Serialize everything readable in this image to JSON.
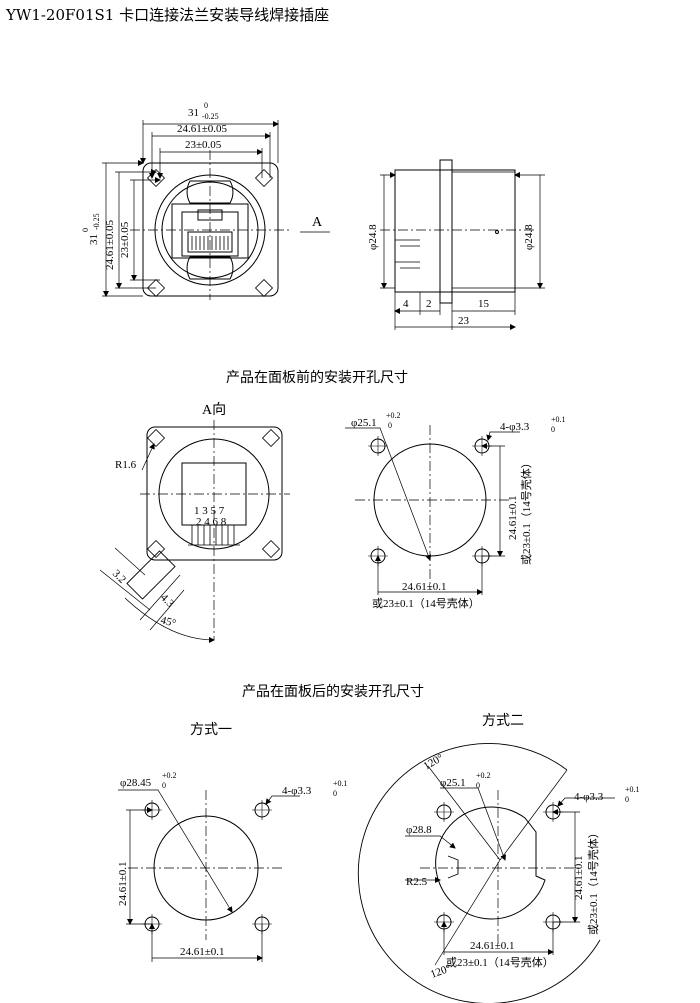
{
  "title": "YW1-20F01S1 卡口连接法兰安装导线焊接插座",
  "front_view": {
    "width_tol": "-0.25",
    "width_nominal": "31",
    "width_upper": "0",
    "hole_spacing_1": "24.61±0.05",
    "hole_spacing_2": "23±0.05",
    "height_nominal": "31",
    "height_upper": "0",
    "height_tol": "-0.25",
    "v_spacing_1": "24.61±0.05",
    "v_spacing_2": "23±0.05",
    "view_arrow": "A"
  },
  "side_view": {
    "dia_left": "φ24.8",
    "dia_right": "φ24.8",
    "dim_4": "4",
    "dim_2": "2",
    "dim_15": "15",
    "dim_23": "23"
  },
  "section_front": {
    "heading": "产品在面板前的安装开孔尺寸",
    "view_label": "A向",
    "radius": "R1.6",
    "pins_top": "1 3 5 7",
    "pins_bottom": "2 4 6 8",
    "dim_32": "3.2",
    "dim_43": "4.3",
    "angle": "45°",
    "cutout_dia": "φ25.1",
    "cutout_dia_upper": "+0.2",
    "cutout_dia_lower": "0",
    "holes": "4-φ3.3",
    "holes_upper": "+0.1",
    "holes_lower": "0",
    "v_spacing": "24.61±0.1",
    "v_spacing_alt": "或23±0.1（14号壳体）",
    "h_spacing": "24.61±0.1",
    "h_spacing_alt": "或23±0.1（14号壳体）"
  },
  "section_rear": {
    "heading": "产品在面板后的安装开孔尺寸",
    "method1": {
      "label": "方式一",
      "cutout_dia": "φ28.45",
      "cutout_dia_upper": "+0.2",
      "cutout_dia_lower": "0",
      "holes": "4-φ3.3",
      "holes_upper": "+0.1",
      "holes_lower": "0",
      "v_spacing": "24.61±0.1",
      "h_spacing": "24.61±0.1"
    },
    "method2": {
      "label": "方式二",
      "angle_top": "120°",
      "angle_bottom": "120°",
      "cutout_dia": "φ25.1",
      "cutout_dia_upper": "+0.2",
      "cutout_dia_lower": "0",
      "holes": "4-φ3.3",
      "holes_upper": "+0.1",
      "holes_lower": "0",
      "inner_dia": "φ28.8",
      "radius": "R2.5",
      "v_spacing": "24.61±0.1",
      "v_spacing_alt": "或23±0.1（14号壳体）",
      "h_spacing": "24.61±0.1",
      "h_spacing_alt": "或23±0.1（14号壳体）"
    }
  }
}
